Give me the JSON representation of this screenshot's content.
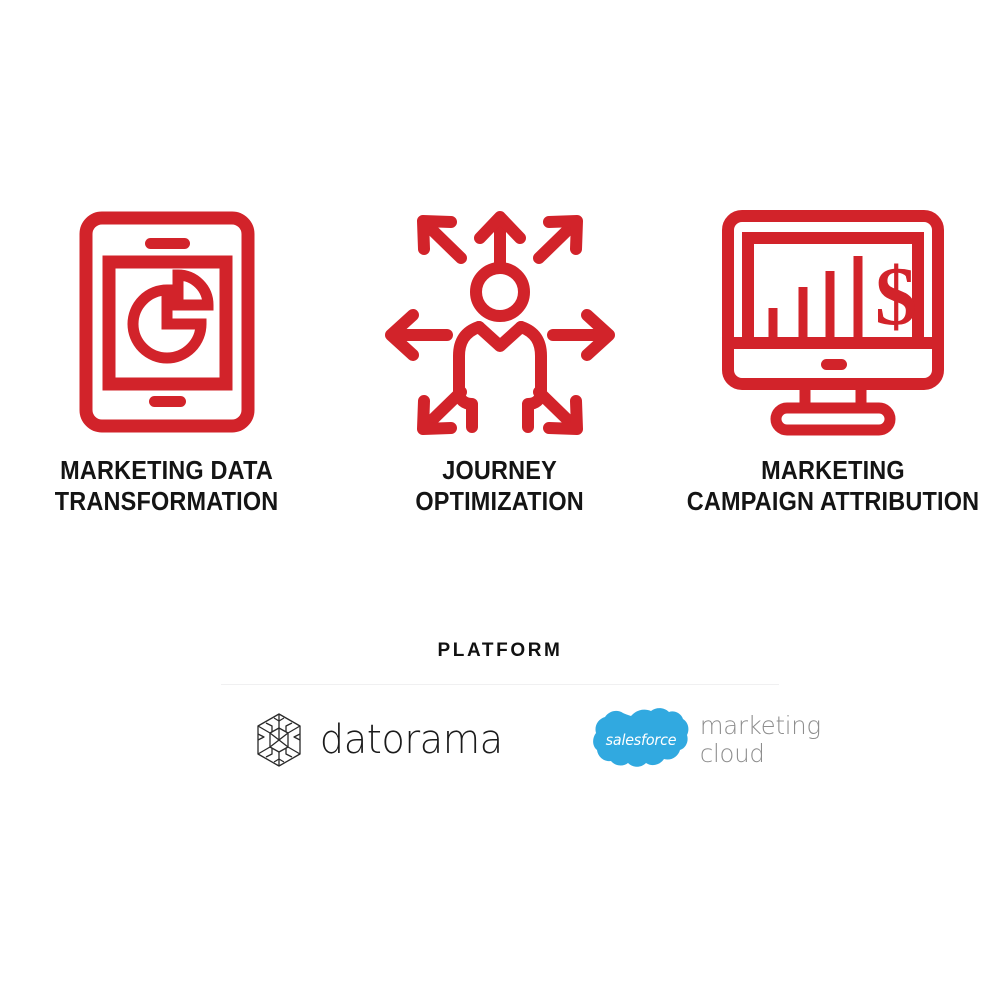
{
  "theme": {
    "background": "#ffffff",
    "icon_red": "#d2232a",
    "text_black": "#141414",
    "divider_gray": "#f0f0f1",
    "salesforce_blue": "#31a9e0",
    "logo_gray": "#8d8d8d",
    "datorama_black": "#1b1b1b"
  },
  "features": [
    {
      "id": "marketing-data-transformation",
      "icon_name": "tablet-pie-chart-icon",
      "label": "MARKETING DATA\nTRANSFORMATION"
    },
    {
      "id": "journey-optimization",
      "icon_name": "person-arrows-radiating-icon",
      "label": "JOURNEY\nOPTIMIZATION"
    },
    {
      "id": "marketing-campaign-attribution",
      "icon_name": "monitor-bar-chart-dollar-icon",
      "label": "MARKETING\nCAMPAIGN ATTRIBUTION"
    }
  ],
  "platform": {
    "title": "PLATFORM",
    "logos": [
      {
        "id": "datorama",
        "mark_name": "datorama-hexagon-cube-logo-icon",
        "wordmark": "datorama"
      },
      {
        "id": "salesforce-marketing-cloud",
        "mark_name": "salesforce-cloud-logo-icon",
        "cloud_word": "salesforce",
        "wordmark": "marketing\ncloud"
      }
    ]
  }
}
